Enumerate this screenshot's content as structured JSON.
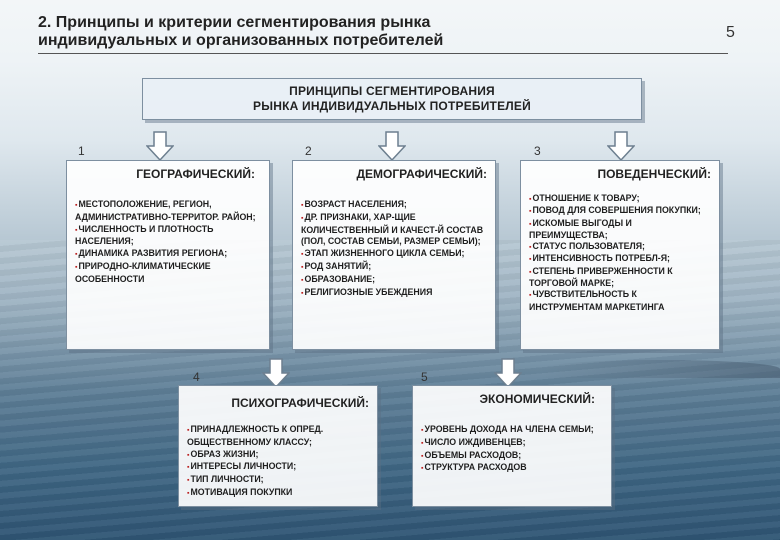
{
  "title": {
    "line1": "2. Принципы и критерии сегментирования рынка",
    "line2": "индивидуальных  и организованных потребителей"
  },
  "page_number": "5",
  "header": {
    "line1": "ПРИНЦИПЫ СЕГМЕНТИРОВАНИЯ",
    "line2": "РЫНКА ИНДИВИДУАЛЬНЫХ ПОТРЕБИТЕЛЕЙ"
  },
  "numbers": [
    "1",
    "2",
    "3",
    "4",
    "5"
  ],
  "categories": [
    {
      "title": "ГЕОГРАФИЧЕСКИЙ:",
      "items": [
        "МЕСТОПОЛОЖЕНИЕ, РЕГИОН, АДМИНИСТРАТИВНО-ТЕРРИТОР. РАЙОН;",
        "ЧИСЛЕННОСТЬ И ПЛОТНОСТЬ НАСЕЛЕНИЯ;",
        "ДИНАМИКА РАЗВИТИЯ РЕГИОНА;",
        "ПРИРОДНО-КЛИМАТИЧЕСКИЕ ОСОБЕННОСТИ"
      ]
    },
    {
      "title": "ДЕМОГРАФИЧЕСКИЙ:",
      "items": [
        "ВОЗРАСТ НАСЕЛЕНИЯ;",
        "ДР. ПРИЗНАКИ, ХАР-ЩИЕ КОЛИЧЕСТВЕННЫЙ И КАЧЕСТ-Й СОСТАВ (ПОЛ, СОСТАВ СЕМЬИ, РАЗМЕР СЕМЬИ);",
        "ЭТАП ЖИЗНЕННОГО ЦИКЛА СЕМЬИ;",
        "РОД ЗАНЯТИЙ;",
        "ОБРАЗОВАНИЕ;",
        "РЕЛИГИОЗНЫЕ УБЕЖДЕНИЯ"
      ]
    },
    {
      "title": "ПОВЕДЕНЧЕСКИЙ:",
      "items": [
        "ОТНОШЕНИЕ К ТОВАРУ;",
        "ПОВОД ДЛЯ СОВЕРШЕНИЯ ПОКУПКИ;",
        "ИСКОМЫЕ ВЫГОДЫ И ПРЕИМУЩЕСТВА;",
        "СТАТУС ПОЛЬЗОВАТЕЛЯ;",
        "ИНТЕНСИВНОСТЬ ПОТРЕБЛ-Я;",
        "СТЕПЕНЬ ПРИВЕРЖЕННОСТИ К ТОРГОВОЙ МАРКЕ;",
        "ЧУВСТВИТЕЛЬНОСТЬ К ИНСТРУМЕНТАМ МАРКЕТИНГА"
      ]
    },
    {
      "title": "ПСИХОГРАФИЧЕСКИЙ:",
      "items": [
        "ПРИНАДЛЕЖНОСТЬ К ОПРЕД. ОБЩЕСТВЕННОМУ КЛАССУ;",
        "ОБРАЗ ЖИЗНИ;",
        "ИНТЕРЕСЫ ЛИЧНОСТИ;",
        "ТИП ЛИЧНОСТИ;",
        "МОТИВАЦИЯ ПОКУПКИ"
      ]
    },
    {
      "title": "ЭКОНОМИЧЕСКИЙ:",
      "items": [
        "УРОВЕНЬ ДОХОДА НА ЧЛЕНА СЕМЬИ;",
        "ЧИСЛО ИЖДИВЕНЦЕВ;",
        "ОБЪЕМЫ РАСХОДОВ;",
        "СТРУКТУРА РАСХОДОВ"
      ]
    }
  ],
  "colors": {
    "box_border": "#7d8fa0",
    "bullet": "#b22222",
    "arrow_fill": "#ffffff",
    "arrow_stroke": "#6d7f8f"
  }
}
